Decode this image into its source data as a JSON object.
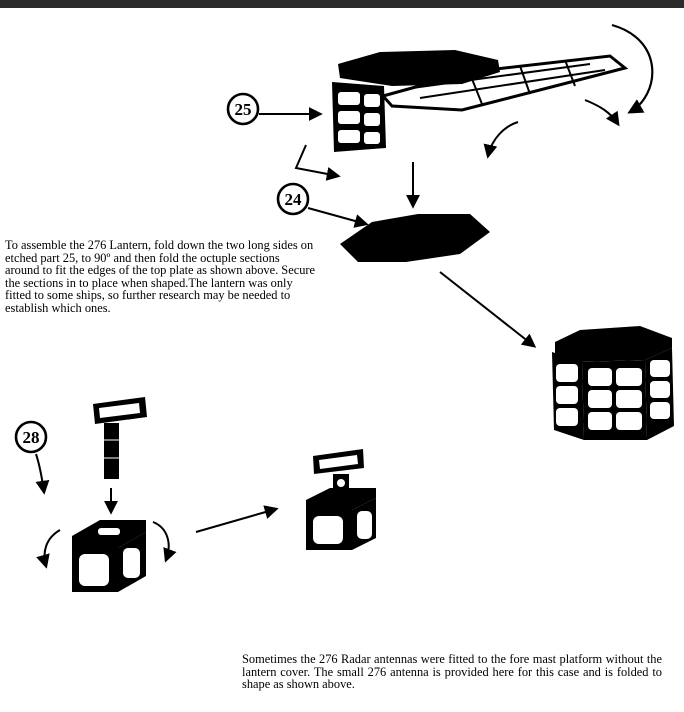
{
  "callouts": {
    "c25": "25",
    "c24": "24",
    "c28": "28"
  },
  "text": {
    "paragraph_lantern": "To assemble the 276 Lantern, fold down the two long sides on etched part 25, to 90º and then fold the octuple sections around to fit the edges of the top plate as shown above. Secure the sections in to place when shaped.The lantern was only fitted to some ships, so further research may be needed to establish which ones.",
    "paragraph_radar": "Sometimes the 276 Radar antennas were fitted to the fore mast platform without the lantern cover. The small 276 antenna is provided here for this case and is folded to shape as shown above."
  },
  "colors": {
    "ink": "#000000",
    "paper": "#ffffff",
    "topbar": "#2b2b2b"
  }
}
